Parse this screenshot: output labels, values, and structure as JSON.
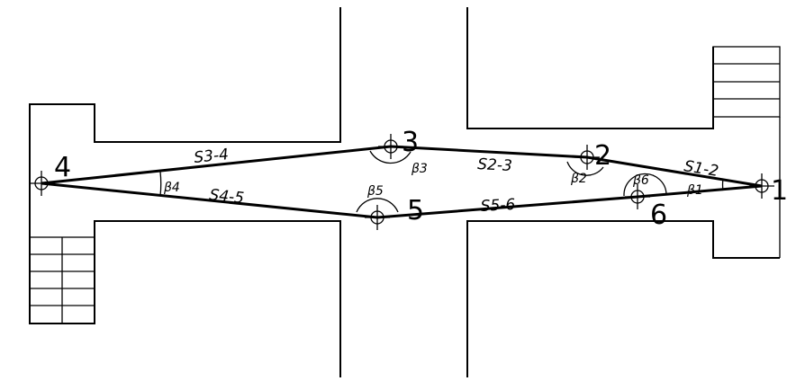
{
  "points": {
    "p1": "1",
    "p2": "2",
    "p3": "3",
    "p4": "4",
    "p5": "5",
    "p6": "6"
  },
  "segments": {
    "s12": "S1-2",
    "s23": "S2-3",
    "s34": "S3-4",
    "s45": "S4-5",
    "s56": "S5-6"
  },
  "angles": {
    "b1": "β1",
    "b2": "β2",
    "b3": "β3",
    "b4": "β4",
    "b5": "β5",
    "b6": "β6"
  },
  "colors": {
    "line": "#000000",
    "background": "#ffffff"
  }
}
